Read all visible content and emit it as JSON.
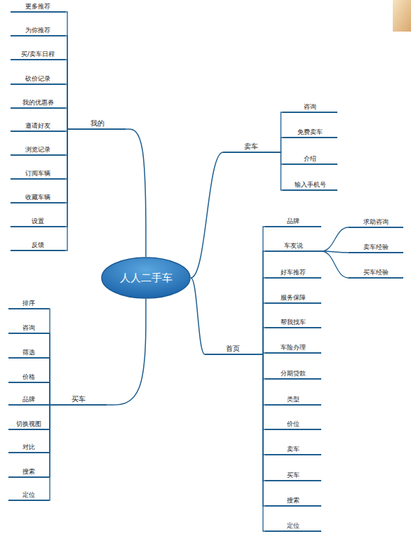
{
  "diagram": {
    "nodes": [
      {
        "text": [
          "人人二手车"
        ]
      },
      {
        "text": [
          "我的"
        ]
      },
      {
        "text": [
          "卖车"
        ]
      },
      {
        "text": [
          "首页"
        ]
      },
      {
        "text": [
          "买车"
        ]
      },
      {
        "text": [
          "更多推荐"
        ]
      },
      {
        "text": [
          "为你推荐"
        ]
      },
      {
        "text": [
          "买/卖车日程"
        ]
      },
      {
        "text": [
          "砍价记录"
        ]
      },
      {
        "text": [
          "我的优惠券"
        ]
      },
      {
        "text": [
          "邀请好友"
        ]
      },
      {
        "text": [
          "浏览记录"
        ]
      },
      {
        "text": [
          "订阅车辆"
        ]
      },
      {
        "text": [
          "收藏车辆"
        ]
      },
      {
        "text": [
          "设置"
        ]
      },
      {
        "text": [
          "反馈"
        ]
      },
      {
        "text": [
          "咨询"
        ]
      },
      {
        "text": [
          "免费卖车"
        ]
      },
      {
        "text": [
          "介绍"
        ]
      },
      {
        "text": [
          "输入手机号"
        ]
      },
      {
        "text": [
          "品牌"
        ]
      },
      {
        "text": [
          "车友说"
        ]
      },
      {
        "text": [
          "好车推荐"
        ]
      },
      {
        "text": [
          "服务保障"
        ]
      },
      {
        "text": [
          "帮我找车"
        ]
      },
      {
        "text": [
          "车险办理"
        ]
      },
      {
        "text": [
          "分期贷款"
        ]
      },
      {
        "text": [
          "类型"
        ]
      },
      {
        "text": [
          "价位"
        ]
      },
      {
        "text": [
          "卖车"
        ]
      },
      {
        "text": [
          "买车"
        ]
      },
      {
        "text": [
          "搜索"
        ]
      },
      {
        "text": [
          "定位"
        ]
      },
      {
        "text": [
          "求助咨询"
        ]
      },
      {
        "text": [
          "卖车经验"
        ]
      },
      {
        "text": [
          "买车经验"
        ]
      },
      {
        "text": [
          "排序"
        ]
      },
      {
        "text": [
          "咨询"
        ]
      },
      {
        "text": [
          "筛选"
        ]
      },
      {
        "text": [
          "价格"
        ]
      },
      {
        "text": [
          "品牌"
        ]
      },
      {
        "text": [
          "切换视图"
        ]
      },
      {
        "text": [
          "对比"
        ]
      },
      {
        "text": [
          "搜索"
        ]
      },
      {
        "text": [
          "定位"
        ]
      }
    ],
    "edges": [
      {
        "from": 0,
        "to": 1,
        "arrow": "none"
      },
      {
        "from": 0,
        "to": 2,
        "arrow": "none"
      },
      {
        "from": 0,
        "to": 3,
        "arrow": "none"
      },
      {
        "from": 0,
        "to": 4,
        "arrow": "none"
      },
      {
        "from": 1,
        "to": 5,
        "arrow": "none"
      },
      {
        "from": 1,
        "to": 6,
        "arrow": "none"
      },
      {
        "from": 1,
        "to": 7,
        "arrow": "none"
      },
      {
        "from": 1,
        "to": 8,
        "arrow": "none"
      },
      {
        "from": 1,
        "to": 9,
        "arrow": "none"
      },
      {
        "from": 1,
        "to": 10,
        "arrow": "none"
      },
      {
        "from": 1,
        "to": 11,
        "arrow": "none"
      },
      {
        "from": 1,
        "to": 12,
        "arrow": "none"
      },
      {
        "from": 1,
        "to": 13,
        "arrow": "none"
      },
      {
        "from": 1,
        "to": 14,
        "arrow": "none"
      },
      {
        "from": 1,
        "to": 15,
        "arrow": "none"
      },
      {
        "from": 2,
        "to": 16,
        "arrow": "none"
      },
      {
        "from": 2,
        "to": 17,
        "arrow": "none"
      },
      {
        "from": 2,
        "to": 18,
        "arrow": "none"
      },
      {
        "from": 2,
        "to": 19,
        "arrow": "none"
      },
      {
        "from": 3,
        "to": 20,
        "arrow": "none"
      },
      {
        "from": 3,
        "to": 21,
        "arrow": "none"
      },
      {
        "from": 3,
        "to": 22,
        "arrow": "none"
      },
      {
        "from": 3,
        "to": 23,
        "arrow": "none"
      },
      {
        "from": 3,
        "to": 24,
        "arrow": "none"
      },
      {
        "from": 3,
        "to": 25,
        "arrow": "none"
      },
      {
        "from": 3,
        "to": 26,
        "arrow": "none"
      },
      {
        "from": 3,
        "to": 27,
        "arrow": "none"
      },
      {
        "from": 3,
        "to": 28,
        "arrow": "none"
      },
      {
        "from": 3,
        "to": 29,
        "arrow": "none"
      },
      {
        "from": 3,
        "to": 30,
        "arrow": "none"
      },
      {
        "from": 3,
        "to": 31,
        "arrow": "none"
      },
      {
        "from": 3,
        "to": 32,
        "arrow": "none"
      },
      {
        "from": 21,
        "to": 33,
        "arrow": "none"
      },
      {
        "from": 21,
        "to": 34,
        "arrow": "none"
      },
      {
        "from": 21,
        "to": 35,
        "arrow": "none"
      },
      {
        "from": 4,
        "to": 36,
        "arrow": "none"
      },
      {
        "from": 4,
        "to": 37,
        "arrow": "none"
      },
      {
        "from": 4,
        "to": 38,
        "arrow": "none"
      },
      {
        "from": 4,
        "to": 39,
        "arrow": "none"
      },
      {
        "from": 4,
        "to": 40,
        "arrow": "none"
      },
      {
        "from": 4,
        "to": 41,
        "arrow": "none"
      },
      {
        "from": 4,
        "to": 42,
        "arrow": "none"
      },
      {
        "from": 4,
        "to": 43,
        "arrow": "none"
      },
      {
        "from": 4,
        "to": 44,
        "arrow": "none"
      }
    ]
  }
}
